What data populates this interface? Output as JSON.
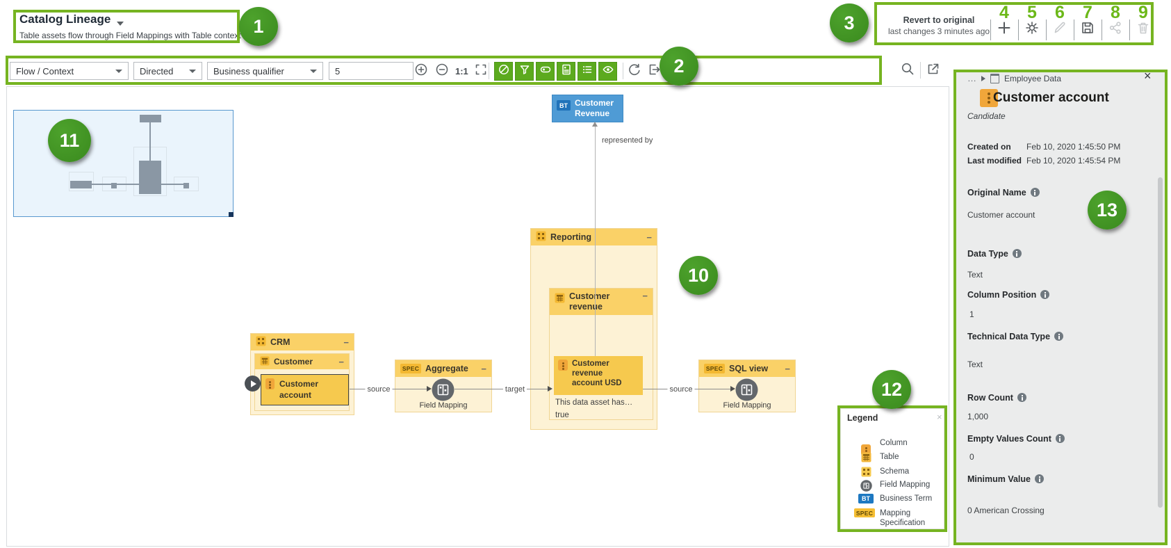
{
  "ui": {
    "close_glyph": "×",
    "collapse_glyph": "−",
    "breadcrumb_ellipsis": "…"
  },
  "callouts": [
    "1",
    "2",
    "3",
    "4",
    "5",
    "6",
    "7",
    "8",
    "9",
    "10",
    "11",
    "12",
    "13"
  ],
  "header": {
    "title": "Catalog Lineage",
    "subtitle": "Table assets flow through Field Mappings with Table context"
  },
  "toolbar": {
    "view": "Flow / Context",
    "direction": "Directed",
    "qualifier": "Business qualifier",
    "depth": "5",
    "zoom_ratio": "1:1"
  },
  "revert": {
    "title": "Revert to original",
    "subtitle": "last changes 3 minutes ago"
  },
  "graph": {
    "bt_badge": "BT",
    "spec_badge": "SPEC",
    "business_term": "Customer Revenue",
    "edge_vertical_label": "represented by",
    "edge1_label": "source",
    "edge2_label": "target",
    "edge3_label": "source",
    "schema_crm": "CRM",
    "table_customer": "Customer",
    "column_customer_account": "Customer account",
    "spec_aggregate": "Aggregate",
    "spec_sql_view": "SQL view",
    "field_mapping_label": "Field Mapping",
    "schema_reporting": "Reporting",
    "table_customer_revenue": "Customer revenue",
    "column_cra_usd": "Customer revenue account USD",
    "cra_desc_1": "This data asset has…",
    "cra_desc_2": "true"
  },
  "legend": {
    "title": "Legend",
    "items": [
      {
        "icon": "column-icon",
        "label": "Column"
      },
      {
        "icon": "table-icon",
        "label": "Table"
      },
      {
        "icon": "schema-icon",
        "label": "Schema"
      },
      {
        "icon": "field-mapping-icon",
        "label": "Field Mapping"
      },
      {
        "icon": "business-term-icon",
        "label": "Business Term",
        "badge": "BT"
      },
      {
        "icon": "mapping-spec-icon",
        "label": "Mapping Specification",
        "badge": "SPEC"
      }
    ]
  },
  "sidebar": {
    "breadcrumb_domain": "Employee Data",
    "title": "Customer account",
    "status": "Candidate",
    "meta": [
      {
        "label": "Created on",
        "value": "Feb 10, 2020 1:45:50 PM"
      },
      {
        "label": "Last modified",
        "value": "Feb 10, 2020 1:45:54 PM"
      }
    ],
    "fields": [
      {
        "label": "Original Name",
        "value": "Customer account"
      },
      {
        "label": "Data Type",
        "value": "Text"
      },
      {
        "label": "Column Position",
        "value": "1"
      },
      {
        "label": "Technical Data Type",
        "value": "Text"
      },
      {
        "label": "Row Count",
        "value": "1,000"
      },
      {
        "label": "Empty Values Count",
        "value": "0"
      },
      {
        "label": "Minimum Value",
        "value": "0 American Crossing"
      }
    ]
  },
  "colors": {
    "annotation_green": "#76b421",
    "badge_green": "#3e8e22",
    "toggle_green": "#5caa1e",
    "amber_header": "#fad167",
    "amber_node": "#f6c94e",
    "cream_body": "#fdf2d5",
    "blue_node": "#4f9bd5",
    "blue_badge": "#2173ba",
    "field_mapping_gray": "#63676b"
  }
}
